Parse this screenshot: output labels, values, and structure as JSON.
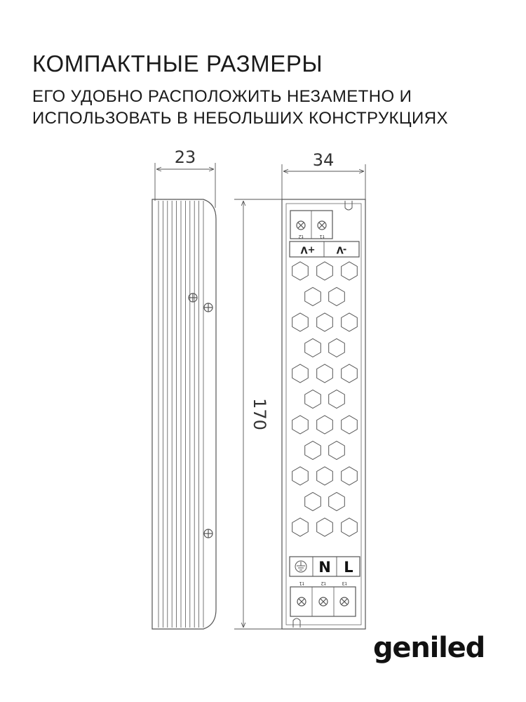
{
  "header": {
    "title": "КОМПАКТНЫЕ РАЗМЕРЫ",
    "subtitle_line1": "ЕГО УДОБНО РАСПОЛОЖИТЬ НЕЗАМЕТНО И",
    "subtitle_line2": "ИСПОЛЬЗОВАТЬ В НЕБОЛЬШИХ КОНСТРУКЦИЯХ"
  },
  "dimensions": {
    "depth": "23",
    "width": "34",
    "length": "170"
  },
  "terminals": {
    "output_plus": "+V",
    "output_minus": "-V",
    "neutral": "N",
    "line": "L",
    "top_index_1": "t2",
    "top_index_2": "t1",
    "bottom_index_1": "t1",
    "bottom_index_2": "t2",
    "bottom_index_3": "t3"
  },
  "brand": {
    "logo_text": "geniled"
  },
  "icons": {
    "ground": "ground-symbol-icon",
    "screw": "terminal-screw-icon"
  },
  "colors": {
    "line": "#555555",
    "text": "#1a1a1a"
  }
}
